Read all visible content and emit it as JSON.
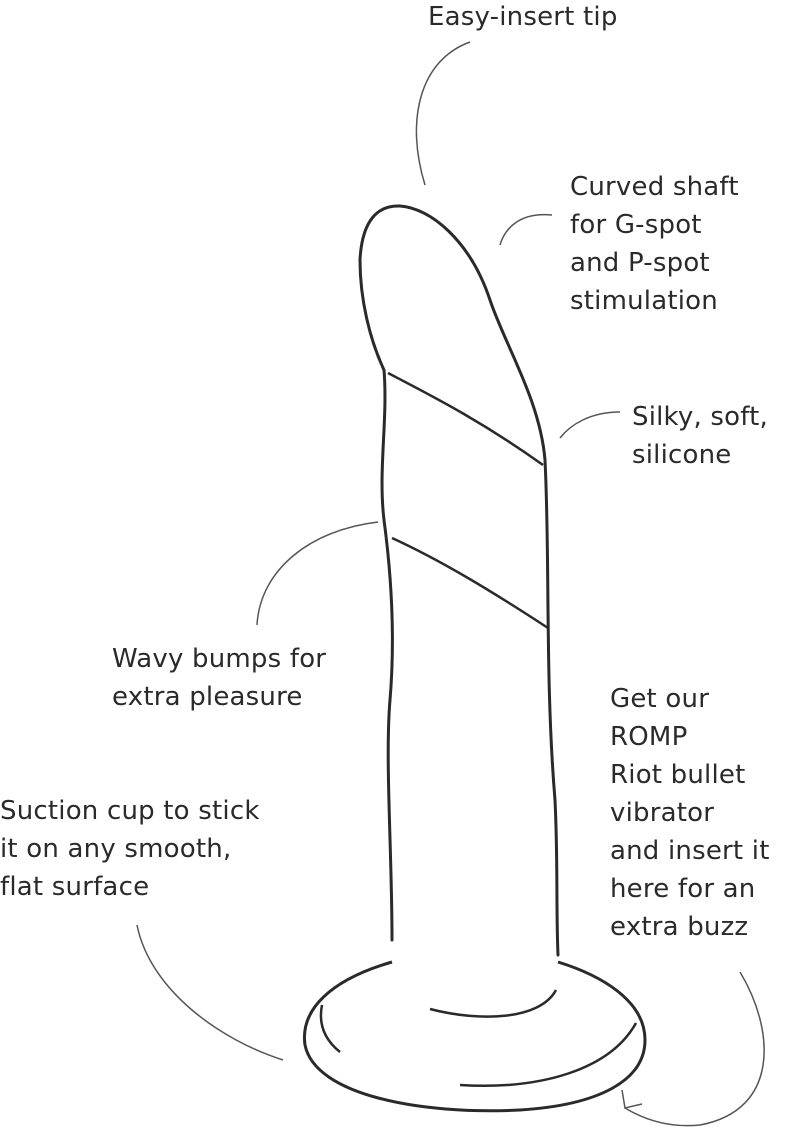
{
  "diagram": {
    "type": "product-feature-annotation",
    "colors": {
      "ink": "#2a2a2a",
      "leader": "#555555",
      "background": "#ffffff"
    },
    "labels": {
      "tip": {
        "lines": [
          "Easy-insert tip"
        ]
      },
      "shaft": {
        "lines": [
          "Curved shaft",
          "for G-spot",
          "and P-spot",
          "stimulation"
        ]
      },
      "silicone": {
        "lines": [
          "Silky, soft,",
          "silicone"
        ]
      },
      "bumps": {
        "lines": [
          "Wavy bumps for",
          "extra pleasure"
        ]
      },
      "suction": {
        "lines": [
          "Suction cup to stick",
          "it on any smooth,",
          "flat surface"
        ]
      },
      "bullet": {
        "lines": [
          "Get our",
          "ROMP",
          "Riot bullet",
          "vibrator",
          "and insert it",
          "here for an",
          "extra buzz"
        ]
      }
    }
  }
}
